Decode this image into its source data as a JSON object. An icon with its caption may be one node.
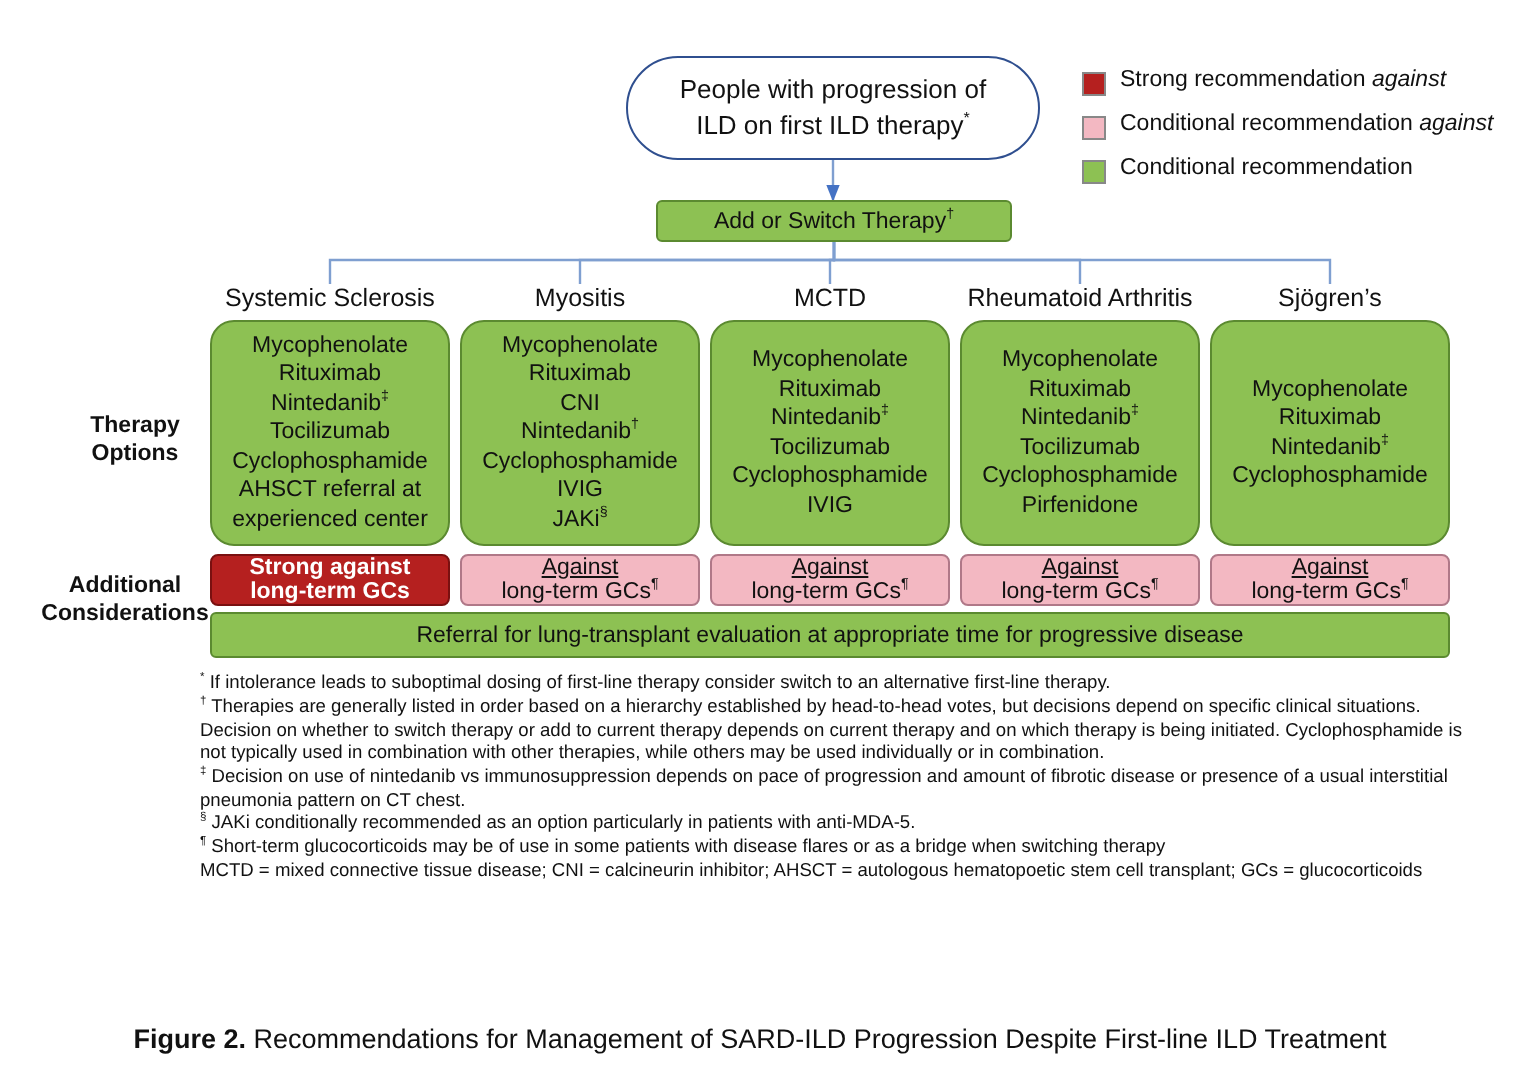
{
  "diagram": {
    "caption": "**Figure 2.** Recommendations for Management of SARD-ILD Progression Despite First-line ILD Treatment",
    "nodes": [
      {
        "text": [
          "People with progression of ILD on first ILD therapy$^{*}$"
        ]
      },
      {
        "text": [
          "Add or Switch Therapy$^{†}$"
        ]
      },
      {
        "text": [
          "Systemic Sclerosis",
          "Mycophenolate",
          "Rituximab",
          "Nintedanib$^{‡}$",
          "Tocilizumab",
          "Cyclophosphamide",
          "AHSCT referral at experienced center"
        ]
      },
      {
        "text": [
          "Myositis",
          "Mycophenolate",
          "Rituximab",
          "CNI",
          "Nintedanib$^{†}$",
          "Cyclophosphamide",
          "IVIG",
          "JAKi$^{§}$"
        ]
      },
      {
        "text": [
          "MCTD",
          "Mycophenolate",
          "Rituximab",
          "Nintedanib$^{‡}$",
          "Tocilizumab",
          "Cyclophosphamide",
          "IVIG"
        ]
      },
      {
        "text": [
          "Rheumatoid Arthritis",
          "Mycophenolate",
          "Rituximab",
          "Nintedanib$^{‡}$",
          "Tocilizumab",
          "Cyclophosphamide",
          "Pirfenidone"
        ]
      },
      {
        "text": [
          "Sjögren’s",
          "Mycophenolate",
          "Rituximab",
          "Nintedanib$^{‡}$",
          "Cyclophosphamide"
        ]
      },
      {
        "text": [
          "Strong against",
          "long-term GCs"
        ]
      },
      {
        "text": [
          "Against",
          "long-term GCs$^{¶}$"
        ]
      },
      {
        "text": [
          "Against",
          "long-term GCs$^{¶}$"
        ]
      },
      {
        "text": [
          "Against",
          "long-term GCs$^{¶}$"
        ]
      },
      {
        "text": [
          "Against",
          "long-term GCs$^{¶}$"
        ]
      },
      {
        "text": [
          "Referral for lung-transplant evaluation at appropriate time for progressive disease"
        ]
      }
    ],
    "edges": [
      {
        "from": 0,
        "to": 1,
        "arrow": "to"
      },
      {
        "from": 1,
        "to": 2,
        "arrow": "none"
      },
      {
        "from": 1,
        "to": 3,
        "arrow": "none"
      },
      {
        "from": 1,
        "to": 4,
        "arrow": "none"
      },
      {
        "from": 1,
        "to": 5,
        "arrow": "none"
      },
      {
        "from": 1,
        "to": 6,
        "arrow": "none"
      }
    ],
    "labels": [
      "Therapy Options",
      "Additional Considerations",
      "$^{*}$ If intolerance leads to suboptimal dosing of first-line therapy consider switch to an alternative first-line therapy.",
      "$^{†}$ Therapies are generally listed in order based on a hierarchy established by head-to-head votes, but decisions depend on specific clinical situations. Decision on whether to switch therapy or add to current therapy depends on current therapy and on which therapy is being initiated. Cyclophosphamide is not typically used in combination with other therapies, while others may be used individually or in combination.",
      "$^{‡}$ Decision on use of nintedanib vs immunosuppression depends on pace of progression and amount of fibrotic disease or presence of a usual interstitial pneumonia pattern on CT chest.",
      "$^{§}$ JAKi conditionally recommended as an option particularly in patients with anti-MDA-5.",
      "$^{¶}$ Short-term glucocorticoids may be of use in some patients with disease flares or as a bridge when switching therapy",
      "MCTD = mixed connective tissue disease; CNI = calcineurin inhibitor; AHSCT = autologous hematopoetic stem cell transplant; GCs = glucocorticoids"
    ],
    "legend": [
      {
        "text": "Strong recommendation *against*",
        "color": "#b5201f"
      },
      {
        "text": "Conditional recommendation *against*",
        "color": "#f3b8c2"
      },
      {
        "text": "Conditional recommendation",
        "color": "#8dc153"
      }
    ]
  }
}
